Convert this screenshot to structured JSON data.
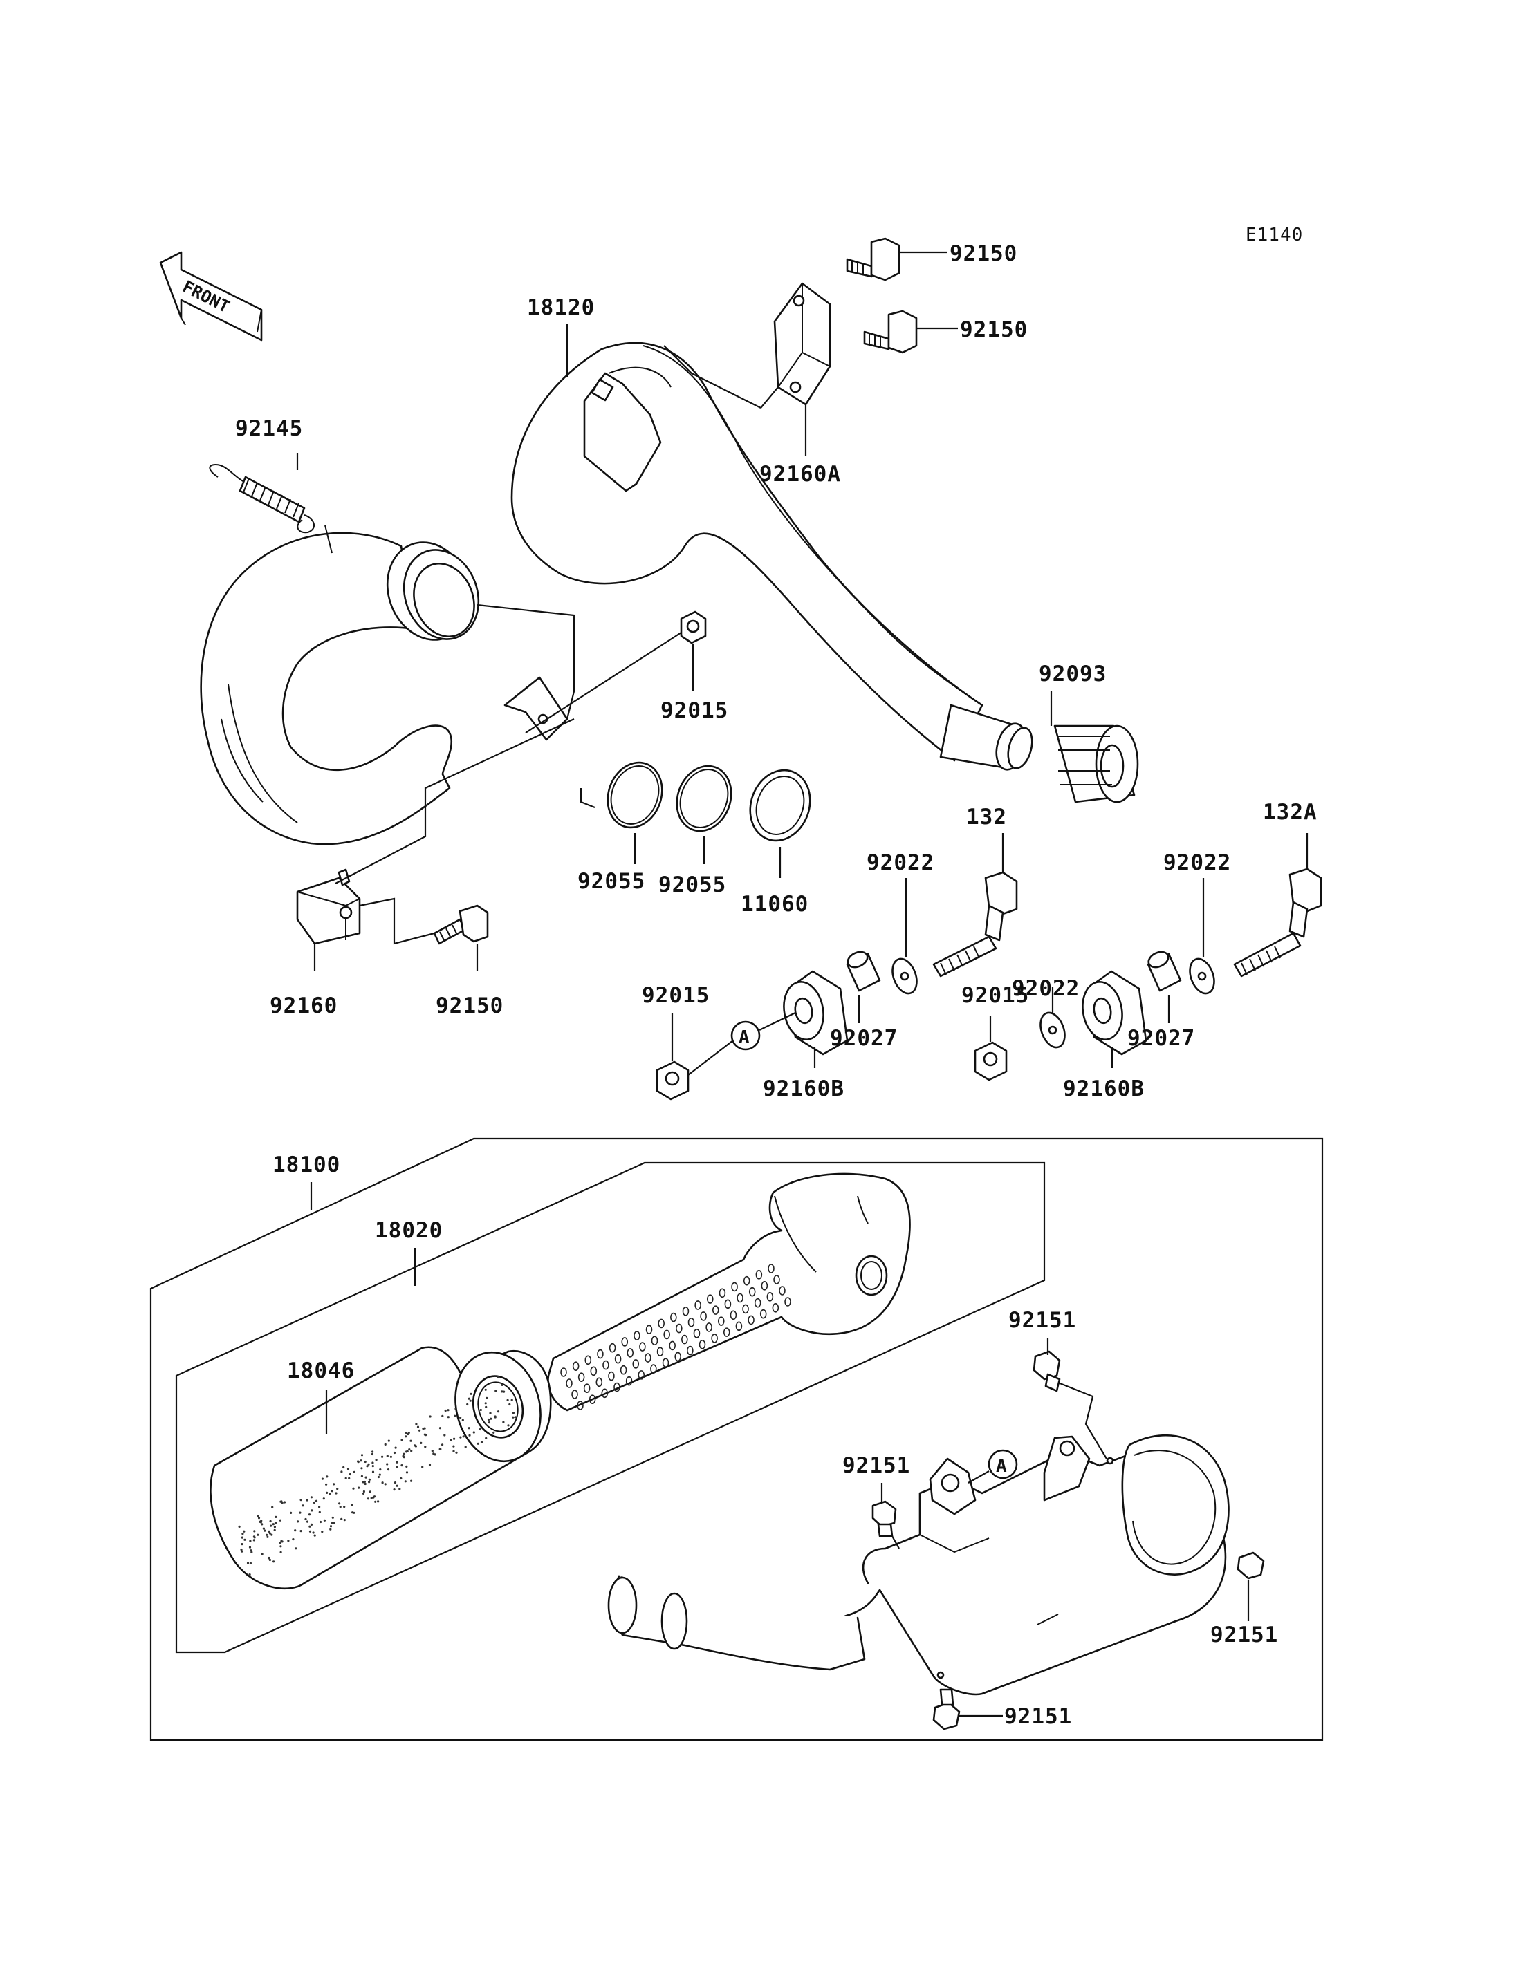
{
  "diagram_code": "E1140",
  "front_label": "FRONT",
  "callout_marker": "A",
  "parts": {
    "p18120": "18120",
    "p92150_top": "92150",
    "p92150_mid": "92150",
    "p92160A": "92160A",
    "p92145": "92145",
    "p92015_top": "92015",
    "p92093": "92093",
    "p92055_a": "92055",
    "p92055_b": "92055",
    "p11060": "11060",
    "p132": "132",
    "p132A": "132A",
    "p92022_a": "92022",
    "p92022_b": "92022",
    "p92022_c": "92022",
    "p92160": "92160",
    "p92150_low": "92150",
    "p92015_a": "92015",
    "p92015_b": "92015",
    "p92027_a": "92027",
    "p92027_b": "92027",
    "p92160B_a": "92160B",
    "p92160B_b": "92160B",
    "p18100": "18100",
    "p18020": "18020",
    "p18046": "18046",
    "p92151_a": "92151",
    "p92151_b": "92151",
    "p92151_c": "92151",
    "p92151_d": "92151"
  }
}
